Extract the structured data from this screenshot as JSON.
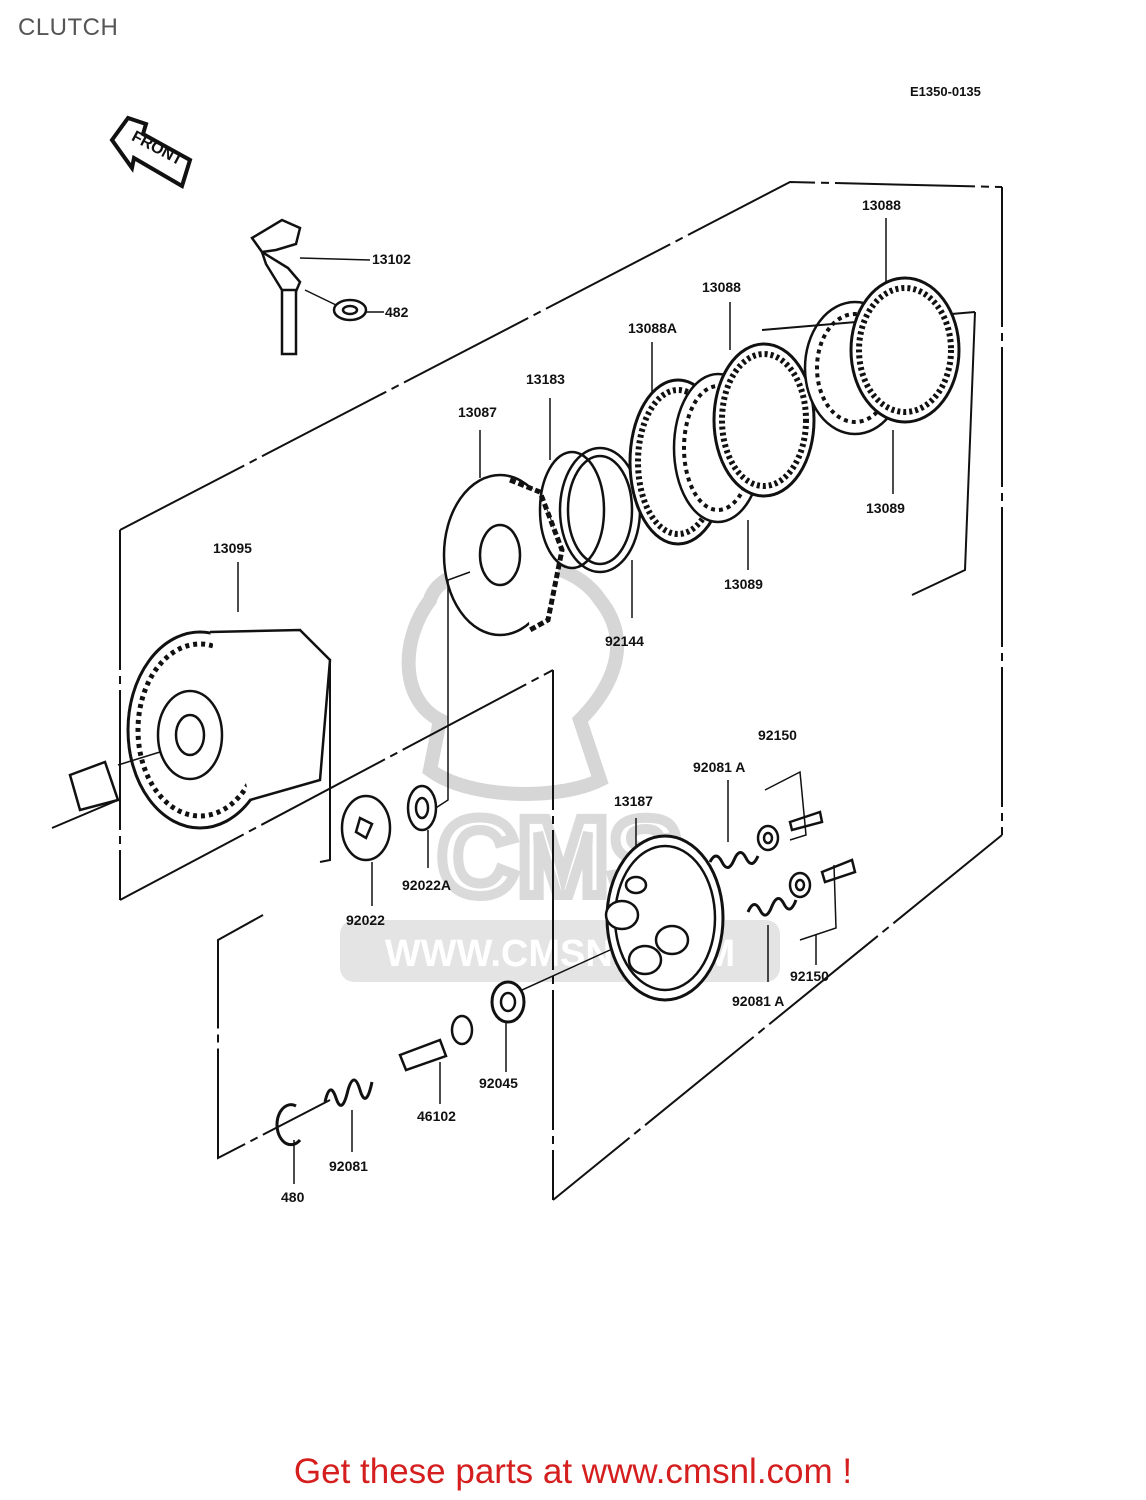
{
  "header": {
    "title": "CLUTCH",
    "diagram_code": "E1350-0135"
  },
  "front_arrow": {
    "label": "FRONT",
    "icon": "front-arrow-icon"
  },
  "parts": [
    {
      "id": "13102",
      "label": "13102"
    },
    {
      "id": "482",
      "label": "482"
    },
    {
      "id": "13088-a",
      "label": "13088"
    },
    {
      "id": "13088-b",
      "label": "13088"
    },
    {
      "id": "13088A",
      "label": "13088A"
    },
    {
      "id": "13183",
      "label": "13183"
    },
    {
      "id": "13087",
      "label": "13087"
    },
    {
      "id": "13089-a",
      "label": "13089"
    },
    {
      "id": "13089-b",
      "label": "13089"
    },
    {
      "id": "13095",
      "label": "13095"
    },
    {
      "id": "92144",
      "label": "92144"
    },
    {
      "id": "92150-a",
      "label": "92150"
    },
    {
      "id": "92081A-a",
      "label": "92081 A"
    },
    {
      "id": "13187",
      "label": "13187"
    },
    {
      "id": "92022A",
      "label": "92022A"
    },
    {
      "id": "92022",
      "label": "92022"
    },
    {
      "id": "92150-b",
      "label": "92150"
    },
    {
      "id": "92081A-b",
      "label": "92081 A"
    },
    {
      "id": "92045",
      "label": "92045"
    },
    {
      "id": "46102",
      "label": "46102"
    },
    {
      "id": "92081",
      "label": "92081"
    },
    {
      "id": "480",
      "label": "480"
    }
  ],
  "watermark": {
    "text": "WWW.CMSNL.COM",
    "logo_text": "CMS"
  },
  "footer": {
    "promo": "Get these parts at www.cmsnl.com !"
  },
  "colors": {
    "line": "#111111",
    "watermark": "#dddddd",
    "promo": "#d51e1e",
    "title": "#555555"
  }
}
